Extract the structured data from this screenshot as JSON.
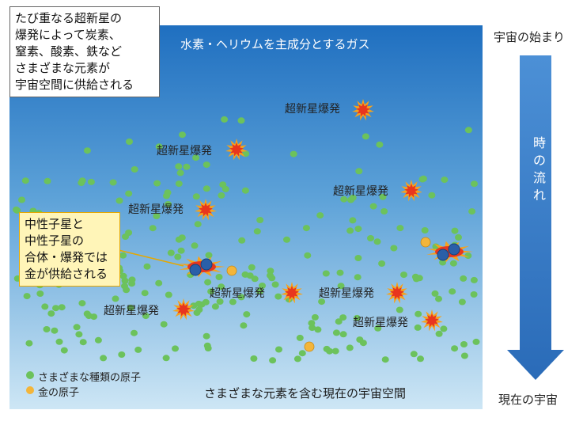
{
  "diagram": {
    "top_callout_lines": [
      "たび重なる超新星の",
      "爆発によって炭素、",
      "窒素、酸素、鉄など",
      "さまざまな元素が",
      "宇宙空間に供給される"
    ],
    "gas_label": "水素・ヘリウムを主成分とするガス",
    "supernova_label": "超新星爆発",
    "neutron_callout_lines": [
      "中性子星と",
      "中性子星の",
      "合体・爆発では",
      "金が供給される"
    ],
    "bottom_caption": "さまざまな元素を含む現在の宇宙空間",
    "legend": {
      "atoms_label": "さまざまな種類の原子",
      "gold_label": "金の原子"
    },
    "timeline": {
      "start_label": "宇宙の始まり",
      "end_label": "現在の宇宙",
      "arrow_label_chars": [
        "時",
        "の",
        "流",
        "れ"
      ]
    },
    "colors": {
      "sky_top": "#1f6fc0",
      "sky_bottom": "#c9e4f4",
      "atom": "#6cc25c",
      "gold": "#f3b53a",
      "arrow": "#2e72c2",
      "explosion_outer": "#f6a21c",
      "explosion_inner": "#e8361e"
    }
  }
}
